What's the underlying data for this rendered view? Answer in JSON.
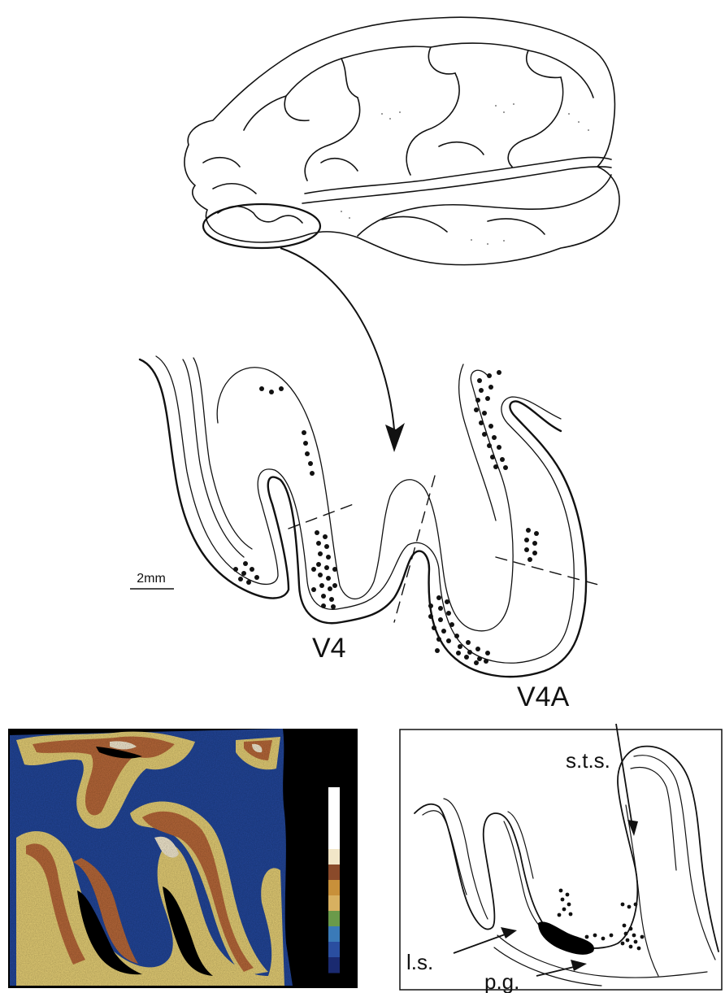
{
  "section": {
    "scale_bar_label": "2mm",
    "area_left_label": "V4",
    "area_right_label": "V4A"
  },
  "autoradiograph": {
    "colors": {
      "background": "#000000",
      "low": "#1f3f8f",
      "mid": "#e8d27a",
      "high": "#b86a3a"
    },
    "colorbar": [
      "#ffffff",
      "#ffffff",
      "#ffffff",
      "#ffffff",
      "#f2e6c8",
      "#8a4a2a",
      "#c8903a",
      "#d8b060",
      "#6a9a4a",
      "#3a7ab8",
      "#2a4ea0",
      "#1a2a70"
    ]
  },
  "schematic": {
    "label_sts": "s.t.s.",
    "label_ls": "l.s.",
    "label_pg": "p.g."
  }
}
